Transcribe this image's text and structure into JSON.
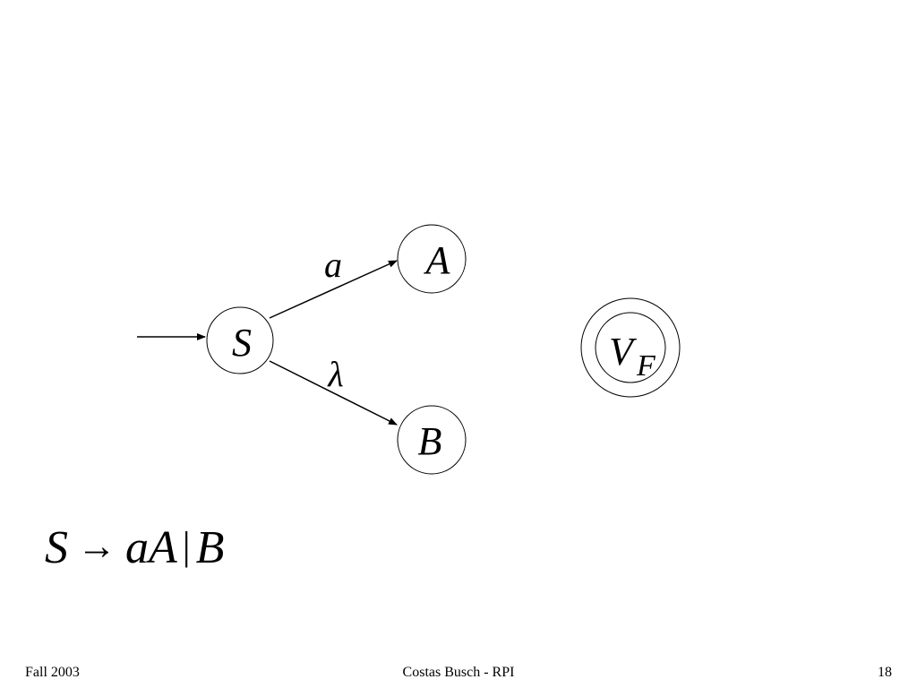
{
  "diagram": {
    "states": {
      "S": "S",
      "A": "A",
      "B": "B",
      "VF_main": "V",
      "VF_sub": "F"
    },
    "edges": {
      "S_to_A": "a",
      "S_to_B": "λ"
    }
  },
  "grammar": {
    "lhs": "S",
    "arrow": "→",
    "rhs_1": "aA",
    "separator": "|",
    "rhs_2": "B"
  },
  "footer": {
    "left": "Fall 2003",
    "center": "Costas Busch - RPI",
    "right": "18"
  }
}
